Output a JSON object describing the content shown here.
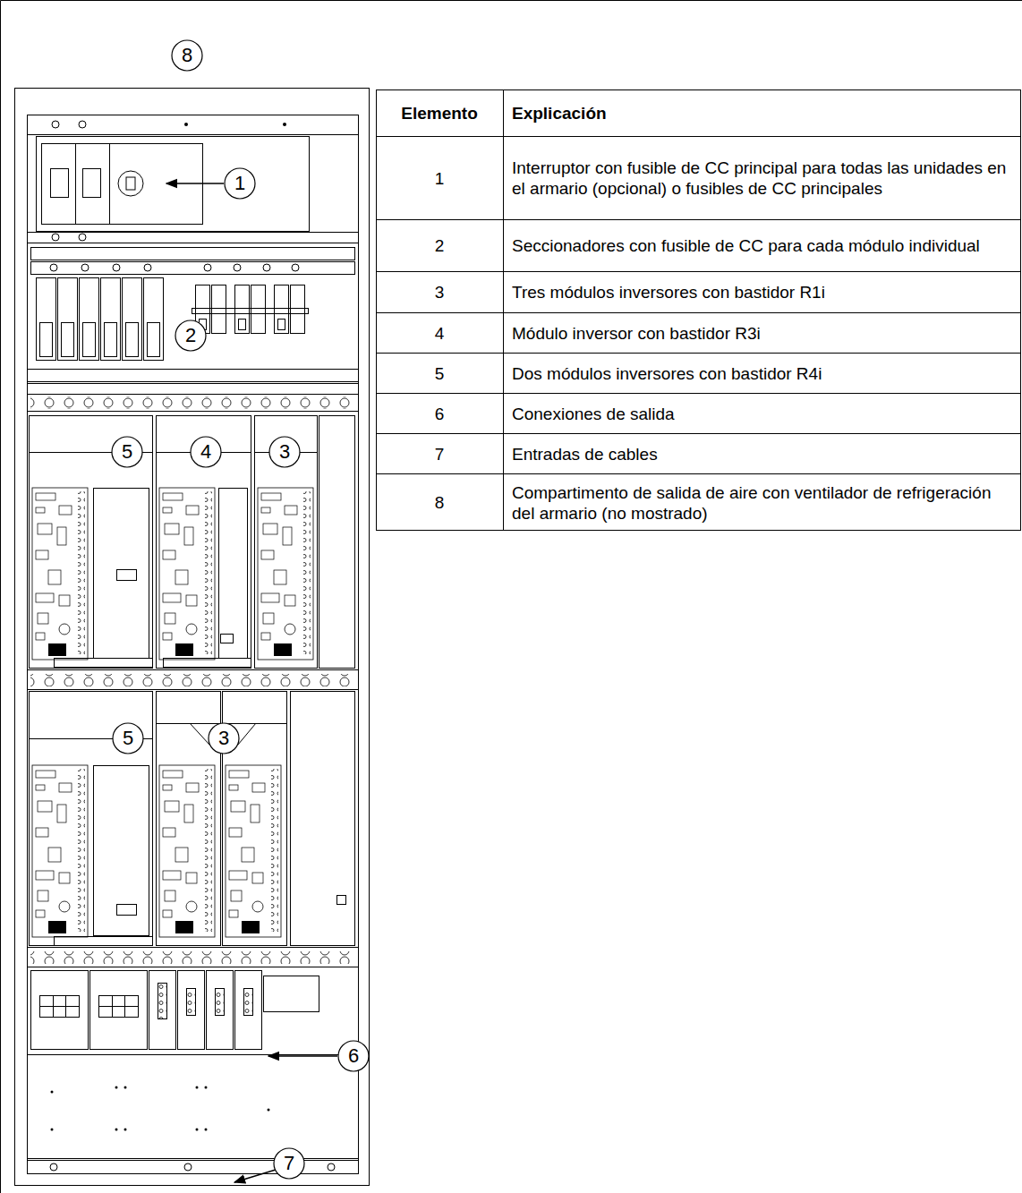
{
  "diagram": {
    "labels": [
      "8",
      "1",
      "2",
      "5",
      "4",
      "3",
      "5",
      "3",
      "6",
      "7",
      "Elemento",
      "Explicación",
      "1",
      "Interruptor con fusible de CC principal para todas las unidades en el armario (opcional) o fusibles de CC principales",
      "2",
      "Seccionadores con fusible de CC para cada módulo individual",
      "3",
      "Tres módulos inversores con bastidor R1i",
      "4",
      "Módulo inversor con bastidor R3i",
      "5",
      "Dos módulos inversores con bastidor R4i",
      "6",
      "Conexiones de salida",
      "7",
      "Entradas de cables",
      "8",
      "Compartimento de salida de aire con ventilador de refrigeración del armario (no mostrado)"
    ]
  }
}
